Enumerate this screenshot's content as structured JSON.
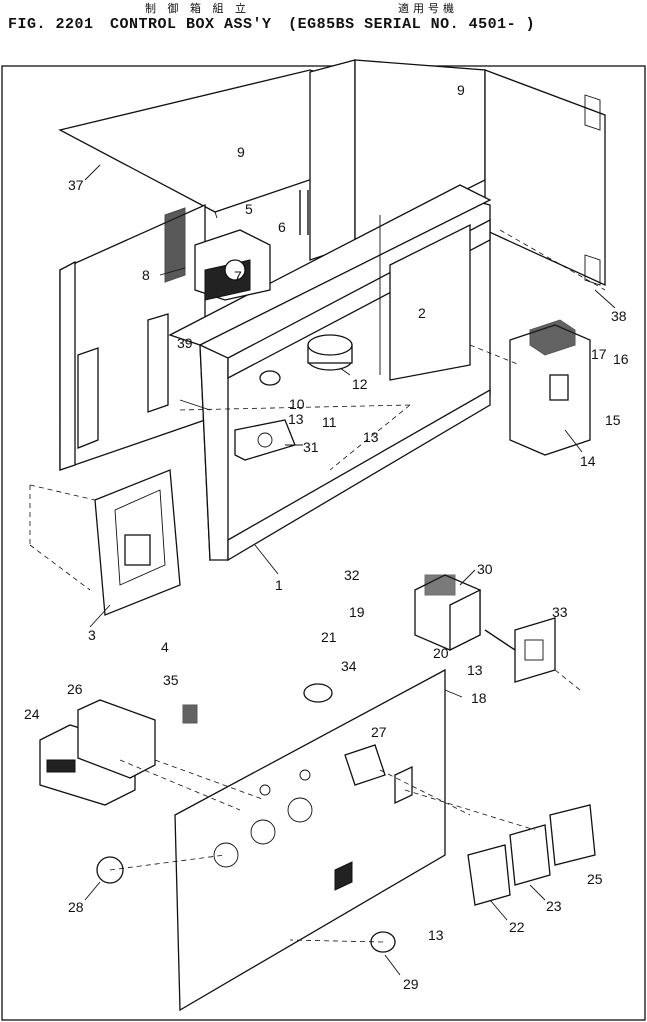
{
  "header": {
    "jp_left": "制 御 箱 組 立",
    "jp_right": "適用号機",
    "fig": "FIG. 2201",
    "name": "CONTROL BOX ASS'Y",
    "applicability": "(EG85BS SERIAL NO. 4501- )"
  },
  "callouts": {
    "c1": "1",
    "c2": "2",
    "c3": "3",
    "c4": "4",
    "c5": "5",
    "c6": "6",
    "c7": "7",
    "c8": "8",
    "c9a": "9",
    "c9b": "9",
    "c10": "10",
    "c11": "11",
    "c12": "12",
    "c13a": "13",
    "c13b": "13",
    "c13c": "13",
    "c13d": "13",
    "c14": "14",
    "c15": "15",
    "c16": "16",
    "c17": "17",
    "c18": "18",
    "c19": "19",
    "c20": "20",
    "c21": "21",
    "c22": "22",
    "c23": "23",
    "c24": "24",
    "c25": "25",
    "c26": "26",
    "c27": "27",
    "c28": "28",
    "c29": "29",
    "c30": "30",
    "c31": "31",
    "c32": "32",
    "c33": "33",
    "c34": "34",
    "c35": "35",
    "c37": "37",
    "c38": "38",
    "c39": "39"
  }
}
